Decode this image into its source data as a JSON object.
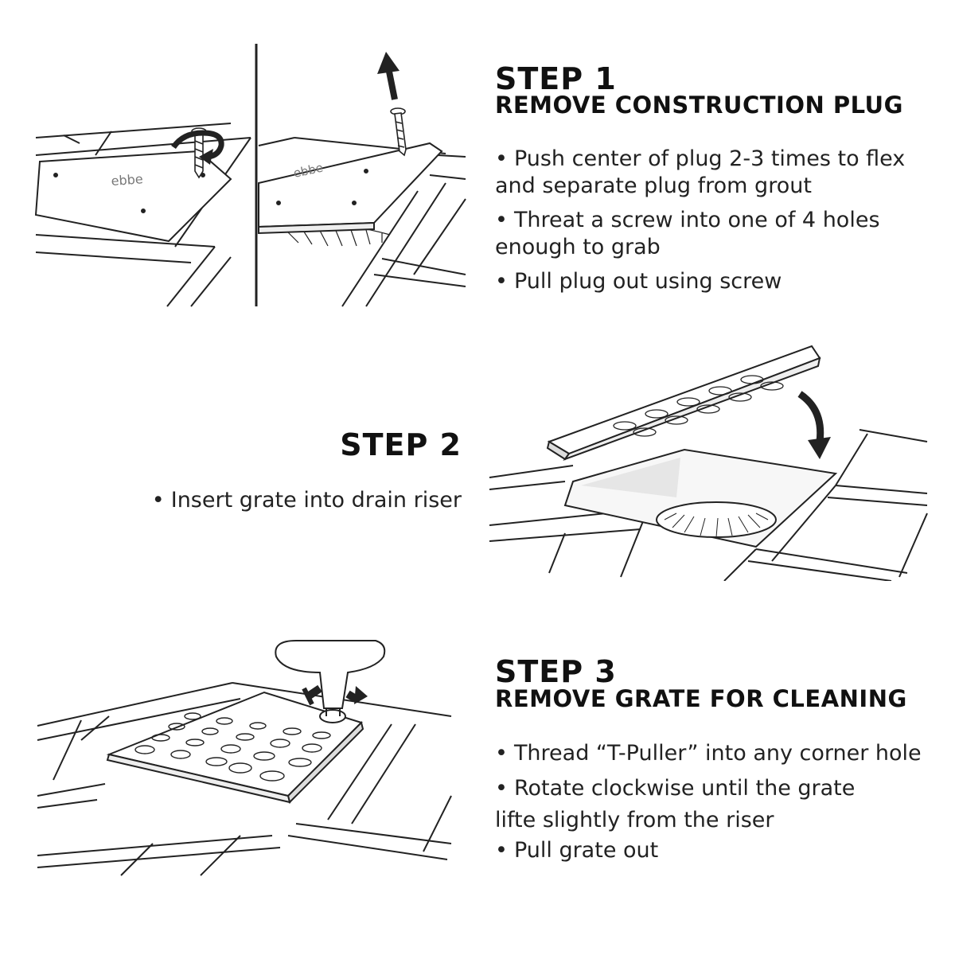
{
  "step1": {
    "title": "STEP 1",
    "subtitle": "REMOVE CONSTRUCTION PLUG",
    "bullets": [
      "Push center of plug 2-3 times to flex and separate plug from grout",
      "Threat a screw into one of 4 holes enough to grab",
      "Pull plug out using screw"
    ],
    "plug_logo": "ebbe"
  },
  "step2": {
    "title": "STEP 2",
    "bullets": [
      "Insert grate into drain riser"
    ]
  },
  "step3": {
    "title": "STEP 3",
    "subtitle": "REMOVE GRATE FOR CLEANING",
    "bullets": [
      "Thread “T-Puller” into any corner hole",
      "Rotate clockwise until the grate",
      "lifte slightly from the riser",
      "Pull grate out"
    ]
  }
}
